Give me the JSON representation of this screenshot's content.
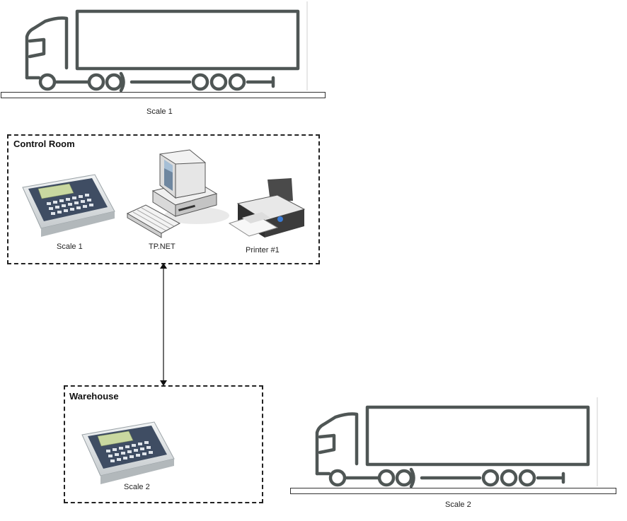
{
  "scales": [
    {
      "label": "Scale 1"
    },
    {
      "label": "Scale 2"
    }
  ],
  "groups": {
    "control_room": {
      "title": "Control Room",
      "devices": {
        "scale": "Scale 1",
        "pc": "TP.NET",
        "printer": "Printer #1"
      }
    },
    "warehouse": {
      "title": "Warehouse",
      "devices": {
        "scale": "Scale 2"
      }
    }
  },
  "colors": {
    "truck": "#4f5655",
    "border": "#222222"
  }
}
